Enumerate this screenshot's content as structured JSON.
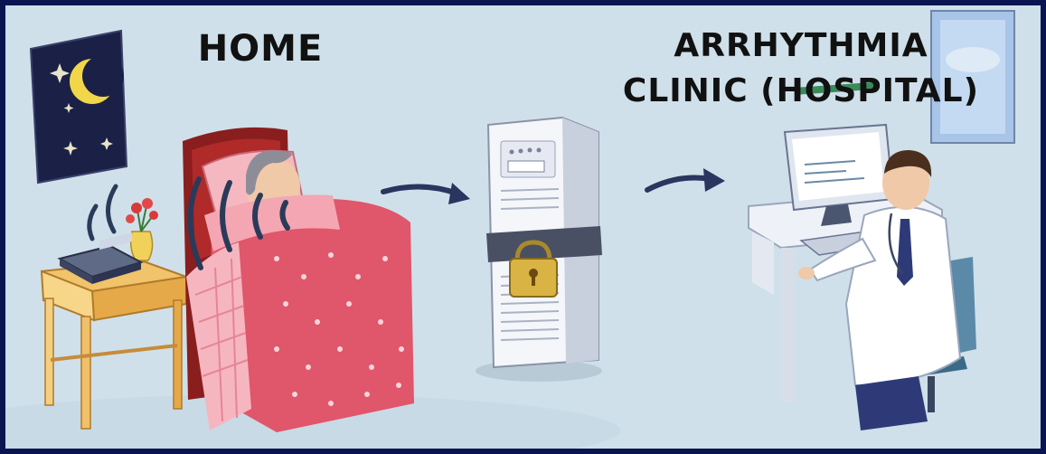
{
  "labels": {
    "home": "HOME",
    "clinic_line1": "ARRHYTHMIA",
    "clinic_line2": "CLINIC (HOSPITAL)"
  },
  "icons": {
    "moon": "crescent-moon-icon",
    "server_lock": "padlock-icon"
  },
  "colors": {
    "border": "#0a1450",
    "background": "#cfe0ea",
    "blanket": "#e0566a",
    "arrow": "#2a3560"
  }
}
